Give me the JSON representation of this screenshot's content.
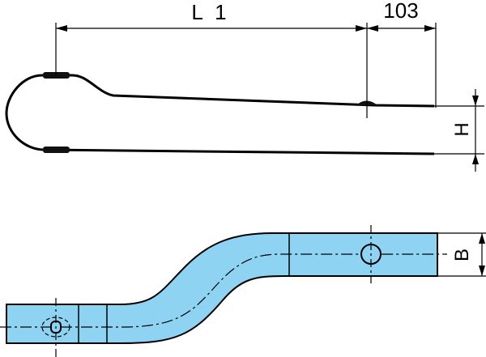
{
  "dimensions": {
    "length_label": "L 1",
    "overhang_label": "103",
    "height_label": "H",
    "width_label": "B"
  },
  "colors": {
    "part_fill": "#8fd3f2",
    "line": "#000000",
    "background": "#ffffff"
  }
}
